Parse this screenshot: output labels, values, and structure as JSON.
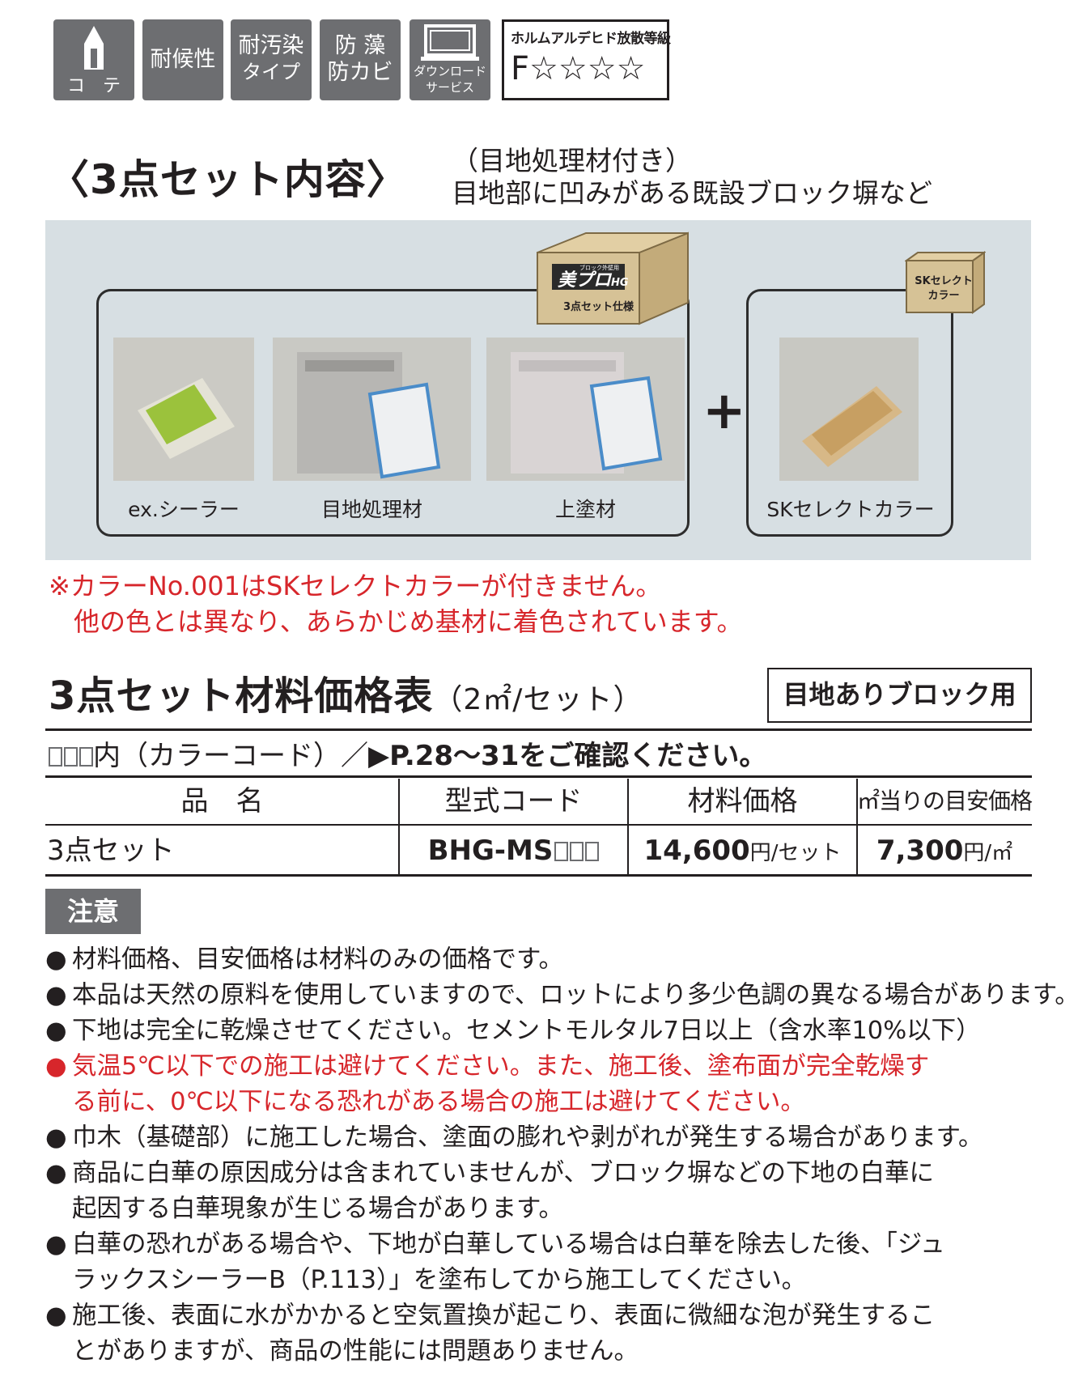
{
  "badges": {
    "kote_label": "コ　テ",
    "weather": "耐候性",
    "stain_1": "耐汚染",
    "stain_2": "タイプ",
    "mold_1": "防 藻",
    "mold_2": "防カビ",
    "download_1": "ダウンロード",
    "download_2": "サービス",
    "formaldehyde_title": "ホルムアルデヒド放散等級",
    "formaldehyde_grade": "F☆☆☆☆"
  },
  "set_section": {
    "heading": "〈3点セット内容〉",
    "note_line1": "（目地処理材付き）",
    "note_line2": "目地部に凹みがある既設ブロック塀など",
    "box_brand_small": "ブロック外壁用",
    "box_brand": "美プロ",
    "box_brand_sub": "HG",
    "box_label": "3点セット仕様",
    "plus": "+",
    "sk_box_line1": "SKセレクト",
    "sk_box_line2": "カラー",
    "items": [
      "ex.シーラー",
      "目地処理材",
      "上塗材"
    ],
    "extra_item": "SKセレクトカラー"
  },
  "warning": {
    "line1": "※カラーNo.001はSKセレクトカラーが付きません。",
    "line2": "他の色とは異なり、あらかじめ基材に着色されています。"
  },
  "price_table": {
    "title": "3点セット材料価格表",
    "title_unit": "（2㎡/セット）",
    "usage": "目地ありブロック用",
    "color_code_prefix": "内（カラーコード）／",
    "color_code_ref": "▶P.28〜31をご確認ください。",
    "headers": [
      "品　名",
      "型式コード",
      "材料価格",
      "㎡当りの目安価格"
    ],
    "row": {
      "name": "3点セット",
      "code": "BHG-MS",
      "price": "14,600",
      "price_unit": "円/セット",
      "per_m2": "7,300",
      "per_m2_unit": "円/㎡"
    }
  },
  "caution": {
    "label": "注意",
    "bullet": "●",
    "items": [
      {
        "lines": [
          "材料価格、目安価格は材料のみの価格です。"
        ],
        "red": false
      },
      {
        "lines": [
          "本品は天然の原料を使用していますので、ロットにより多少色調の異なる場合があります。"
        ],
        "red": false
      },
      {
        "lines": [
          "下地は完全に乾燥させてください。セメントモルタル7日以上（含水率10%以下）"
        ],
        "red": false
      },
      {
        "lines": [
          "気温5℃以下での施工は避けてください。また、施工後、塗布面が完全乾燥す",
          "る前に、0℃以下になる恐れがある場合の施工は避けてください。"
        ],
        "red": true
      },
      {
        "lines": [
          "巾木（基礎部）に施工した場合、塗面の膨れや剥がれが発生する場合があります。"
        ],
        "red": false
      },
      {
        "lines": [
          "商品に白華の原因成分は含まれていませんが、ブロック塀などの下地の白華に",
          "起因する白華現象が生じる場合があります。"
        ],
        "red": false
      },
      {
        "lines": [
          "白華の恐れがある場合や、下地が白華している場合は白華を除去した後、「ジュ",
          "ラックスシーラーB（P.113）」を塗布してから施工してください。"
        ],
        "red": false
      },
      {
        "lines": [
          "施工後、表面に水がかかると空気置換が起こり、表面に微細な泡が発生するこ",
          "とがありますが、商品の性能には問題ありません。"
        ],
        "red": false
      }
    ]
  },
  "colors": {
    "badge_gray": "#6d6e71",
    "panel_bg": "#d7dfe3",
    "warning_red": "#d7262b",
    "box_tan": "#d6c296"
  }
}
